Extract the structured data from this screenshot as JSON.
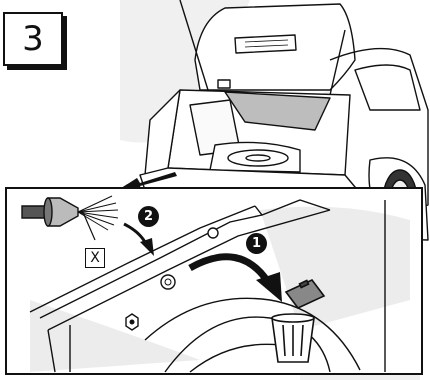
{
  "step": {
    "number": "3"
  },
  "detail": {
    "part_label": "X",
    "callout_remove": "1",
    "callout_insert": "2"
  }
}
